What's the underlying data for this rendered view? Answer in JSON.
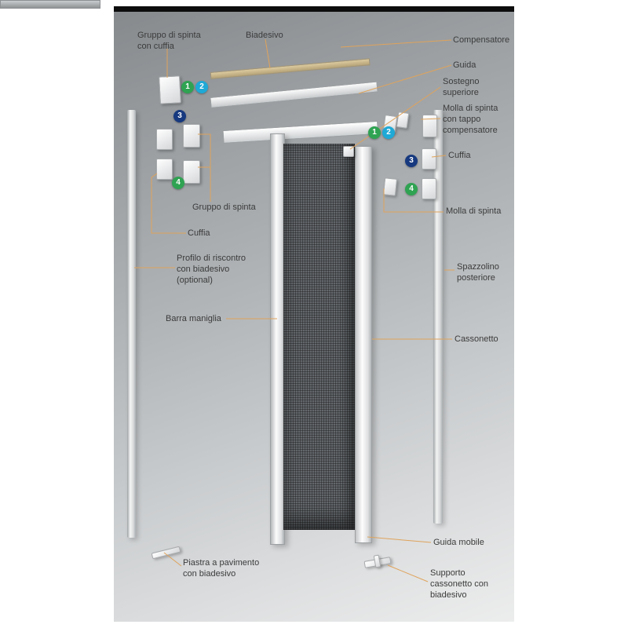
{
  "colors": {
    "badge_green": "#2fa352",
    "badge_cyan": "#1fa9d6",
    "badge_navy": "#17397f",
    "leader_line": "#dfa35c",
    "label_text": "#3b3b3b",
    "panel_top_strip": "#0d0d0d"
  },
  "labels": {
    "left": [
      {
        "id": "gruppo-di-spinta-con-cuffia",
        "text": "Gruppo di spinta\ncon cuffia"
      },
      {
        "id": "biadesivo",
        "text": "Biadesivo"
      },
      {
        "id": "gruppo-di-spinta",
        "text": "Gruppo di spinta"
      },
      {
        "id": "cuffia",
        "text": "Cuffia"
      },
      {
        "id": "profilo-di-riscontro",
        "text": "Profilo di riscontro\ncon biadesivo\n(optional)"
      },
      {
        "id": "barra-maniglia",
        "text": "Barra maniglia"
      },
      {
        "id": "piastra-a-pavimento",
        "text": "Piastra a pavimento\ncon biadesivo"
      }
    ],
    "right": [
      {
        "id": "compensatore",
        "text": "Compensatore"
      },
      {
        "id": "guida",
        "text": "Guida"
      },
      {
        "id": "sostegno-superiore",
        "text": "Sostegno\nsuperiore"
      },
      {
        "id": "molla-di-spinta-con-tappo",
        "text": "Molla di spinta\ncon tappo\ncompensatore"
      },
      {
        "id": "cuffia",
        "text": "Cuffia"
      },
      {
        "id": "molla-di-spinta",
        "text": "Molla di spinta"
      },
      {
        "id": "spazzolino-posteriore",
        "text": "Spazzolino\nposteriore"
      },
      {
        "id": "cassonetto",
        "text": "Cassonetto"
      },
      {
        "id": "guida-mobile",
        "text": "Guida mobile"
      },
      {
        "id": "supporto-cassonetto",
        "text": "Supporto\ncassonetto con\nbiadesivo"
      }
    ]
  },
  "badges": {
    "left": [
      {
        "n": "1",
        "color": "green"
      },
      {
        "n": "2",
        "color": "cyan"
      },
      {
        "n": "3",
        "color": "navy"
      },
      {
        "n": "4",
        "color": "green"
      }
    ],
    "right": [
      {
        "n": "1",
        "color": "green"
      },
      {
        "n": "2",
        "color": "cyan"
      },
      {
        "n": "3",
        "color": "navy"
      },
      {
        "n": "4",
        "color": "green"
      }
    ]
  }
}
